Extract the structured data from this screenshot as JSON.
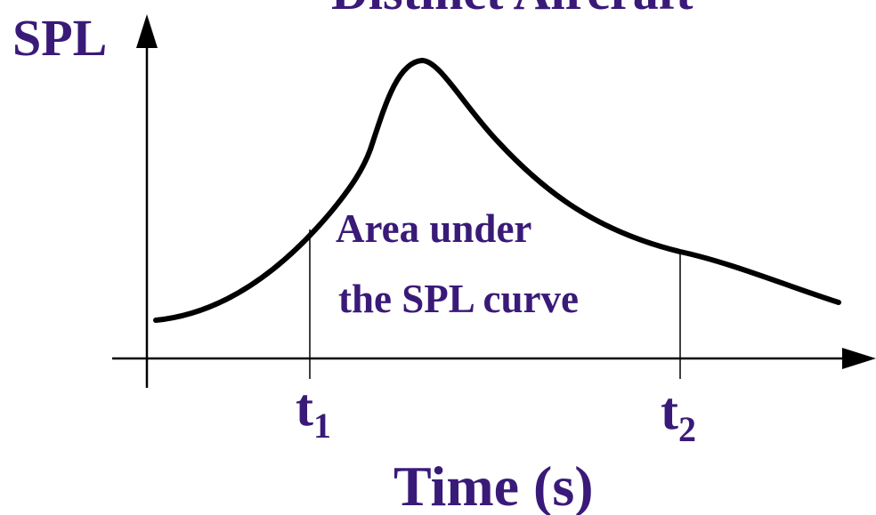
{
  "title_partial": "Distinct Aircraft",
  "y_axis_label": "SPL",
  "x_axis_label": "Time (s)",
  "annotation": {
    "line1": "Area under",
    "line2": "the SPL curve"
  },
  "markers": [
    {
      "base": "t",
      "sub": "1"
    },
    {
      "base": "t",
      "sub": "2"
    }
  ],
  "colors": {
    "text": "#3a1a78",
    "curve": "#000000",
    "axis": "#000000"
  }
}
